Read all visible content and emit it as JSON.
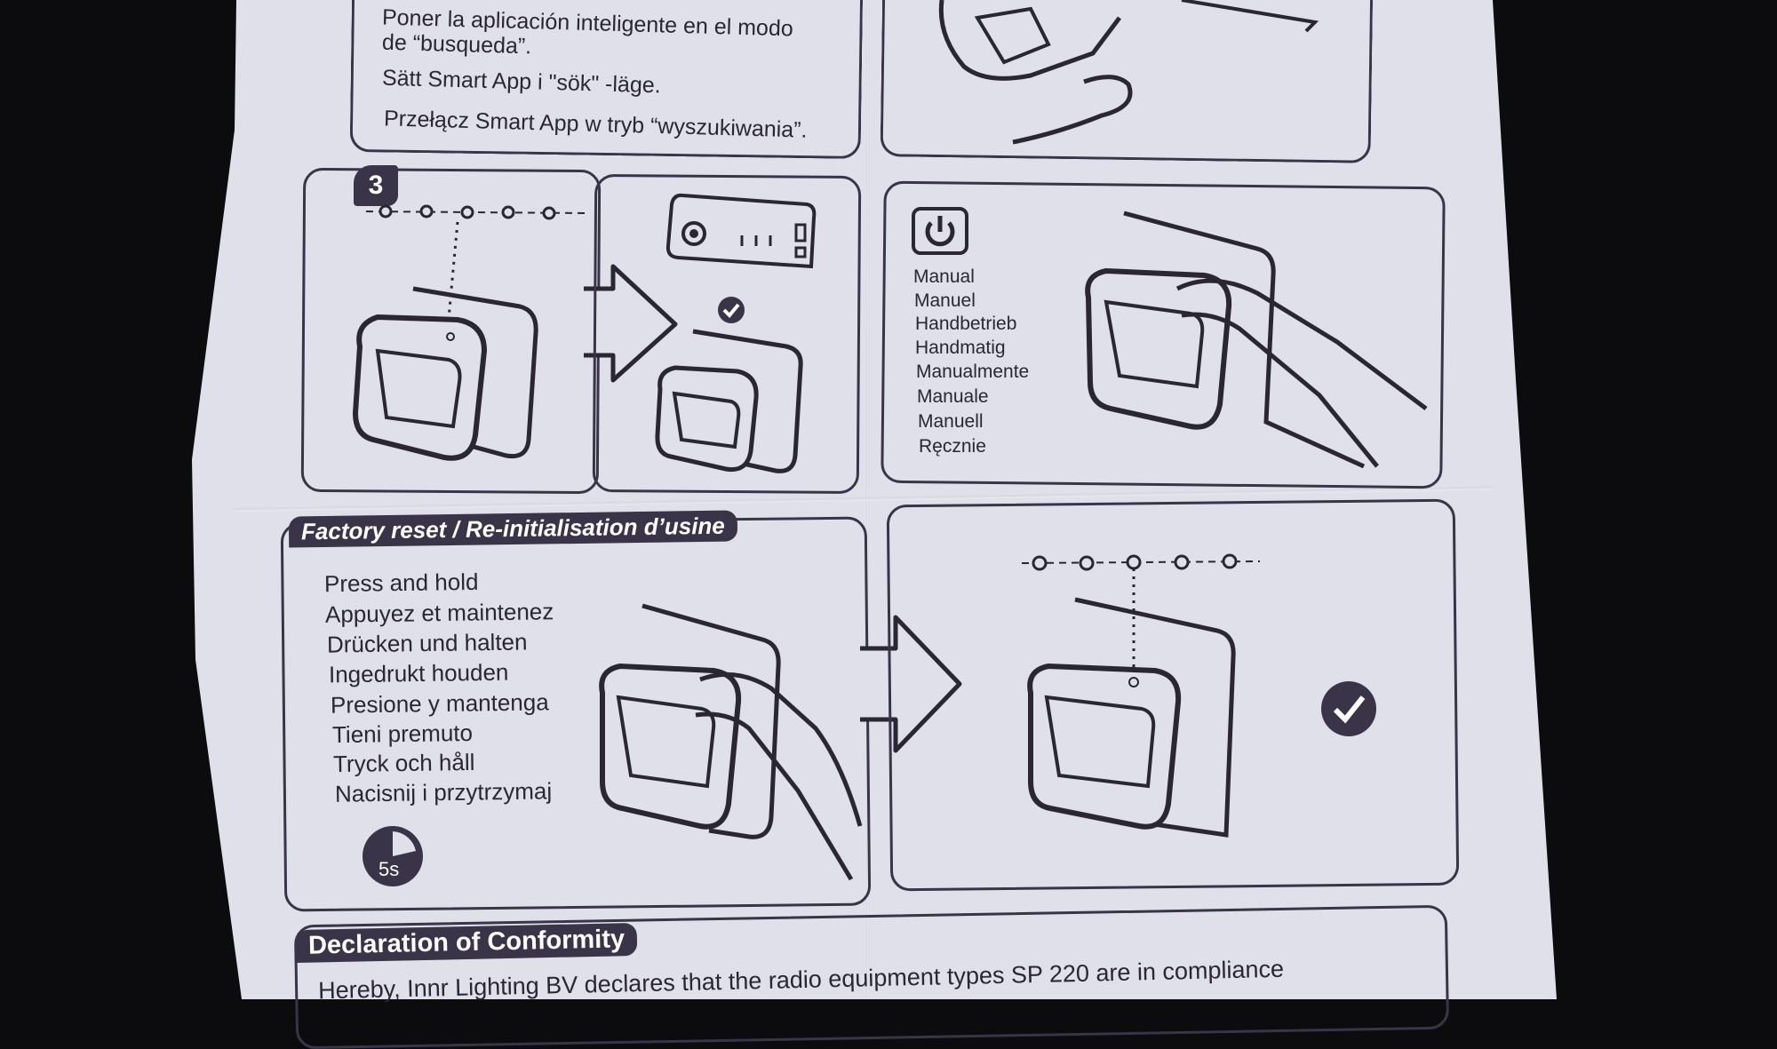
{
  "top_section": {
    "spanish_line1": "Poner la aplicación inteligente en el modo",
    "spanish_line2": "de “busqueda”.",
    "swedish": "Sätt Smart App i \"sök\" -läge.",
    "polish": "Przełącz Smart App w tryb “wyszukiwania”."
  },
  "step3": {
    "badge": "3",
    "power_panel_labels": [
      "Manual",
      "Manuel",
      "Handbetrieb",
      "Handmatig",
      "Manualmente",
      "Manuale",
      "Manuell",
      "Ręcznie"
    ]
  },
  "factory_reset": {
    "title": "Factory reset / Re-initialisation d’usine",
    "instructions": [
      "Press and hold",
      "Appuyez et maintenez",
      "Drücken und halten",
      "Ingedrukt houden",
      "Presione y mantenga",
      "Tieni premuto",
      "Tryck och håll",
      "Nacisnij i przytrzymaj"
    ],
    "timer_label": "5s"
  },
  "conformity": {
    "title": "Declaration of Conformity",
    "text": "Hereby, Innr Lighting BV declares that the radio equipment types SP 220 are in compliance"
  }
}
